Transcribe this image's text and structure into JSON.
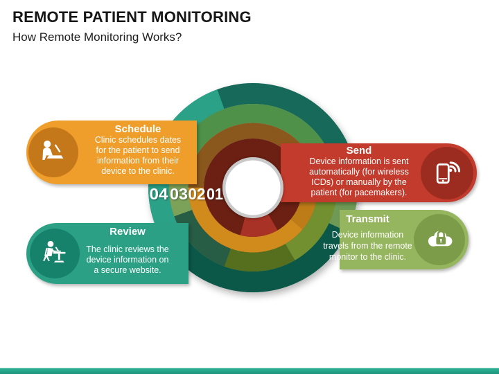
{
  "header": {
    "title": "REMOTE PATIENT MONITORING",
    "subtitle": "How Remote Monitoring Works?"
  },
  "steps": [
    {
      "id": "schedule",
      "ring_number": "02",
      "title": "Schedule",
      "description": "Clinic schedules dates for the patient to send information from their device to the clinic.",
      "description_lines": [
        "Clinic schedules dates",
        "for the patient to send",
        "information from their",
        "device to the clinic."
      ],
      "icon": "person-laptop-icon",
      "colors": {
        "banner": "#EF9E2B",
        "circle": "#C4781A"
      }
    },
    {
      "id": "send",
      "ring_number": "01",
      "title": "Send",
      "description": "Device information is sent automatically (for wireless ICDs) or manually by the patient (for pacemakers).",
      "description_lines": [
        "Device information is sent",
        "automatically (for wireless",
        "ICDs) or manually by the",
        "patient (for pacemakers)."
      ],
      "icon": "phone-wireless-icon",
      "colors": {
        "banner": "#C23B2C",
        "circle": "#9C2C1F"
      }
    },
    {
      "id": "transmit",
      "ring_number": "03",
      "title": "Transmit",
      "description": "Device information travels from the remote monitor to the clinic.",
      "description_lines": [
        "Device information",
        "travels from the remote",
        "monitor to the clinic."
      ],
      "icon": "cloud-lock-icon",
      "colors": {
        "banner": "#96B55F",
        "circle": "#7C9C49"
      }
    },
    {
      "id": "review",
      "ring_number": "04",
      "title": "Review",
      "description": "The clinic reviews the device information on a secure website.",
      "description_lines": [
        "The clinic reviews the",
        "device information on",
        "a secure website."
      ],
      "icon": "person-desk-icon",
      "colors": {
        "banner": "#2BA084",
        "circle": "#17826C"
      }
    }
  ],
  "rings": [
    {
      "number": "04",
      "color_main": "#2BA288",
      "color_dark": "#17695A"
    },
    {
      "number": "03",
      "color_main": "#7CA158",
      "color_dark": "#275C45"
    },
    {
      "number": "02",
      "color_main": "#D18A1C",
      "color_dark": "#8A571C"
    },
    {
      "number": "01",
      "color_main": "#6B2013",
      "color_accent": "#A93226"
    }
  ],
  "center_circle": {
    "fill": "#FFFFFF",
    "rim": "#C9C9C9"
  },
  "footer": {
    "bar_color": "#1EA98C"
  }
}
